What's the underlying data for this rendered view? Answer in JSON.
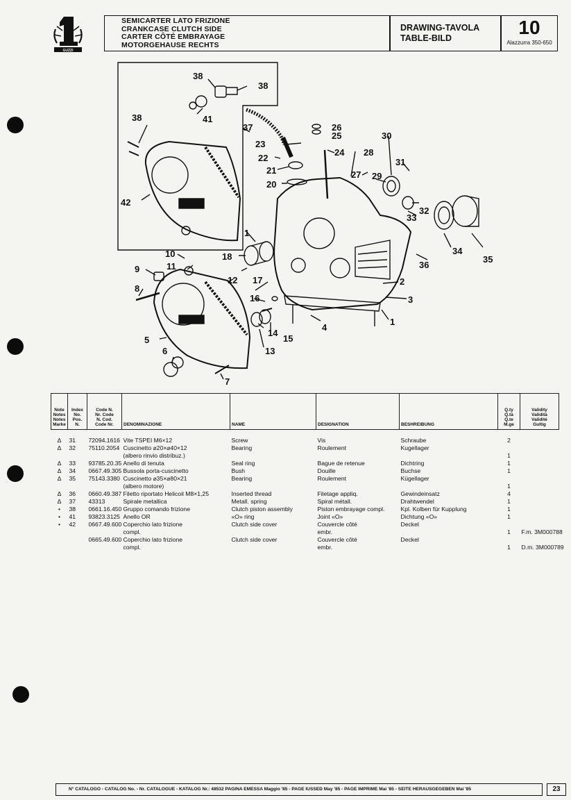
{
  "header": {
    "title_lines": [
      "SEMICARTER LATO FRIZIONE",
      "CRANKCASE CLUTCH SIDE",
      "CARTER CÔTÉ EMBRAYAGE",
      "MOTORGEHAUSE RECHTS"
    ],
    "drawing_lines": [
      "DRAWING-TAVOLA",
      "TABLE-BILD"
    ],
    "number": "10",
    "model": "Alazzurra 350-650",
    "logo_text": "GUZZI"
  },
  "diagram": {
    "labels": [
      "38",
      "38",
      "41",
      "38",
      "37",
      "26",
      "25",
      "24",
      "23",
      "22",
      "21",
      "20",
      "28",
      "27",
      "29",
      "30",
      "31",
      "32",
      "33",
      "42",
      "1",
      "18",
      "34",
      "35",
      "36",
      "10",
      "11",
      "9",
      "8",
      "12",
      "17",
      "2",
      "3",
      "16",
      "4",
      "1",
      "14",
      "15",
      "13",
      "5",
      "6",
      "7"
    ]
  },
  "table": {
    "headers": {
      "note": [
        "Note",
        "Notes",
        "Notes",
        "Marke"
      ],
      "index": [
        "Index",
        "No.",
        "Pos.",
        "N."
      ],
      "code": [
        "Code N.",
        "Nr. Code",
        "N. Cod.",
        "Code Nr."
      ],
      "denominazione": "DENOMINAZIONE",
      "name": "NAME",
      "designation": "DESIGNATION",
      "beshreibung": "BESHREIBUNG",
      "qty": [
        "Q.ty",
        "Q.tà",
        "Q.te",
        "M.ge"
      ],
      "validity": [
        "Validity",
        "Validità",
        "Validité",
        "Gultig"
      ]
    },
    "rows": [
      {
        "note": "Δ",
        "index": "31",
        "code": "72094.1616",
        "den": [
          "Vite TSPEI M6×12"
        ],
        "name": [
          "Screw"
        ],
        "des": [
          "Vis"
        ],
        "besch": [
          "Schraube"
        ],
        "qty": [
          "2"
        ],
        "val": [
          ""
        ]
      },
      {
        "note": "Δ",
        "index": "32",
        "code": "75110.2054",
        "den": [
          "Cuscinetto ⌀20×⌀40×12",
          "(albero rinvio distribuz.)"
        ],
        "name": [
          "Bearing"
        ],
        "des": [
          "Roulement"
        ],
        "besch": [
          "Kugellager"
        ],
        "qty": [
          "",
          "1"
        ],
        "val": [
          "",
          ""
        ]
      },
      {
        "note": "Δ",
        "index": "33",
        "code": "93785.20.35",
        "den": [
          "Anello di tenuta"
        ],
        "name": [
          "Seal ring"
        ],
        "des": [
          "Bague de retenue"
        ],
        "besch": [
          "Dichtring"
        ],
        "qty": [
          "1"
        ],
        "val": [
          ""
        ]
      },
      {
        "note": "Δ",
        "index": "34",
        "code": "0667.49.305",
        "den": [
          "Bussola porta-cuscinetto"
        ],
        "name": [
          "Bush"
        ],
        "des": [
          "Douille"
        ],
        "besch": [
          "Buchse"
        ],
        "qty": [
          "1"
        ],
        "val": [
          ""
        ]
      },
      {
        "note": "Δ",
        "index": "35",
        "code": "75143.3380",
        "den": [
          "Cuscinetto ⌀35×⌀80×21",
          "(albero motore)"
        ],
        "name": [
          "Bearing"
        ],
        "des": [
          "Roulement"
        ],
        "besch": [
          "Kügellager"
        ],
        "qty": [
          "",
          "1"
        ],
        "val": [
          "",
          ""
        ]
      },
      {
        "note": "Δ",
        "index": "36",
        "code": "0660.49.387",
        "den": [
          "Filetto riportato Helicoil M8×1,25"
        ],
        "name": [
          "Inserted thread"
        ],
        "des": [
          "Filetage appliq."
        ],
        "besch": [
          "Gewindeinsatz"
        ],
        "qty": [
          "4"
        ],
        "val": [
          ""
        ]
      },
      {
        "note": "Δ",
        "index": "37",
        "code": "43313",
        "den": [
          "Spirale metallica"
        ],
        "name": [
          "Metall. spring"
        ],
        "des": [
          "Spiral métall."
        ],
        "besch": [
          "Drahtwendel"
        ],
        "qty": [
          "1"
        ],
        "val": [
          ""
        ]
      },
      {
        "note": "•",
        "index": "38",
        "code": "0661.16.450",
        "den": [
          "Gruppo comando frizione"
        ],
        "name": [
          "Clutch piston assembly"
        ],
        "des": [
          "Piston embrayage compl."
        ],
        "besch": [
          "Kpl. Kolben für Kupplung"
        ],
        "qty": [
          "1"
        ],
        "val": [
          ""
        ]
      },
      {
        "note": "•",
        "index": "41",
        "code": "93823.3125",
        "den": [
          "Anello OR"
        ],
        "name": [
          "«O» ring"
        ],
        "des": [
          "Joint «O»"
        ],
        "besch": [
          "Dichtung «O»"
        ],
        "qty": [
          "1"
        ],
        "val": [
          ""
        ]
      },
      {
        "note": "•",
        "index": "42",
        "code": "0667.49.600",
        "den": [
          "Coperchio lato frizione",
          "compl."
        ],
        "name": [
          "Clutch side cover"
        ],
        "des": [
          "Couvercle côté",
          "embr."
        ],
        "besch": [
          "Deckel"
        ],
        "qty": [
          "",
          "1"
        ],
        "val": [
          "",
          "F.m. 3M000788"
        ]
      },
      {
        "note": "",
        "index": "",
        "code": "0665.49.600",
        "den": [
          "Coperchio lato frizione",
          "compl."
        ],
        "name": [
          "Clutch side cover"
        ],
        "des": [
          "Couvercle côté",
          "embr."
        ],
        "besch": [
          "Deckel"
        ],
        "qty": [
          "",
          "1"
        ],
        "val": [
          "",
          "D.m. 3M000789"
        ]
      }
    ]
  },
  "footer": {
    "text": "N° CATALOGO - CATALOG No. - Nr. CATALOGUE - KATALOG Nr.: 48532 PAGINA EMESSA Maggio '85 - PAGE IUSSED May '85 - PAGE IMPRIME Mai '85 - SEITE HERAUSGEGEBEN Mai '85",
    "page": "23"
  }
}
